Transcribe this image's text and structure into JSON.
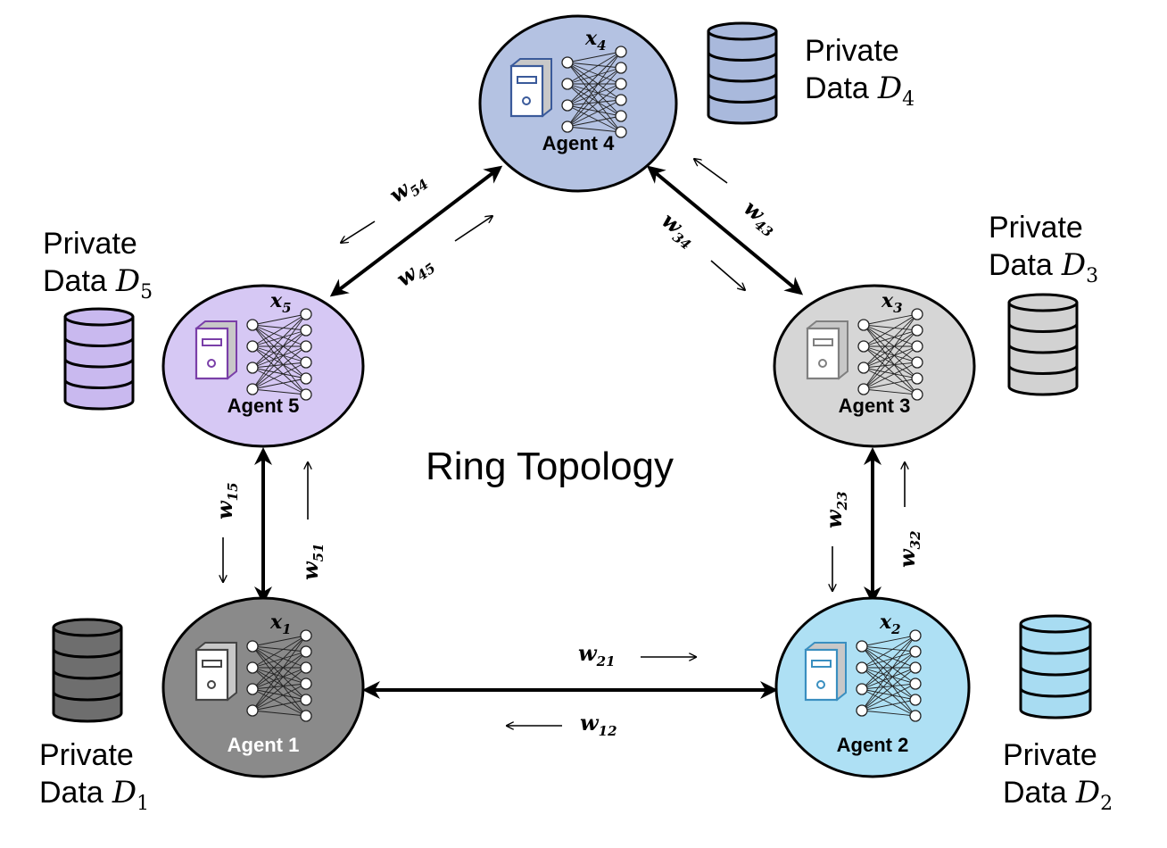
{
  "title": "Ring Topology",
  "agents": [
    {
      "label": "Agent 1",
      "var": "x",
      "sub": "1",
      "fill": "#8a8a8a",
      "server": "#444444",
      "label_color": "#ffffff"
    },
    {
      "label": "Agent 2",
      "var": "x",
      "sub": "2",
      "fill": "#aee0f4",
      "server": "#3a8fc0",
      "label_color": "#000000"
    },
    {
      "label": "Agent 3",
      "var": "x",
      "sub": "3",
      "fill": "#d6d6d6",
      "server": "#808080",
      "label_color": "#000000"
    },
    {
      "label": "Agent 4",
      "var": "x",
      "sub": "4",
      "fill": "#b4c2e2",
      "server": "#3a5a9a",
      "label_color": "#000000"
    },
    {
      "label": "Agent 5",
      "var": "x",
      "sub": "5",
      "fill": "#d6c8f4",
      "server": "#7a3fa8",
      "label_color": "#000000"
    }
  ],
  "private_data": [
    {
      "line1": "Private",
      "line2": "Data",
      "sym": "D",
      "sub": "1",
      "color": "#6e6e6e"
    },
    {
      "line1": "Private",
      "line2": "Data",
      "sym": "D",
      "sub": "2",
      "color": "#a8dcf2"
    },
    {
      "line1": "Private",
      "line2": "Data",
      "sym": "D",
      "sub": "3",
      "color": "#d2d2d2"
    },
    {
      "line1": "Private",
      "line2": "Data",
      "sym": "D",
      "sub": "4",
      "color": "#a9b9dc"
    },
    {
      "line1": "Private",
      "line2": "Data",
      "sym": "D",
      "sub": "5",
      "color": "#c9b9ef"
    }
  ],
  "weights": {
    "w54": {
      "sym": "w",
      "sub": "54"
    },
    "w45": {
      "sym": "w",
      "sub": "45"
    },
    "w34": {
      "sym": "w",
      "sub": "34"
    },
    "w43": {
      "sym": "w",
      "sub": "43"
    },
    "w15": {
      "sym": "w",
      "sub": "15"
    },
    "w51": {
      "sym": "w",
      "sub": "51"
    },
    "w23": {
      "sym": "w",
      "sub": "23"
    },
    "w32": {
      "sym": "w",
      "sub": "32"
    },
    "w21": {
      "sym": "w",
      "sub": "21"
    },
    "w12": {
      "sym": "w",
      "sub": "12"
    }
  }
}
